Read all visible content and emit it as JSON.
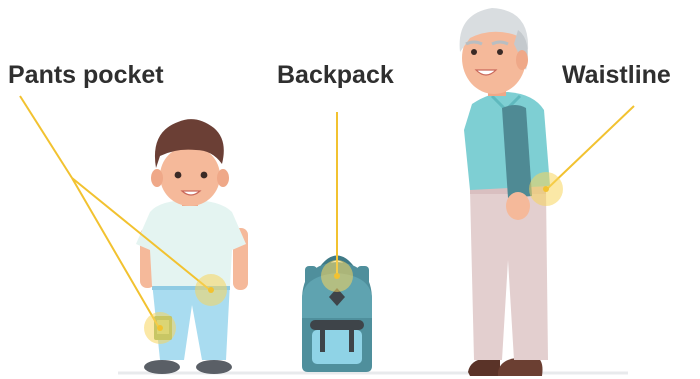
{
  "labels": {
    "pants_pocket": "Pants pocket",
    "backpack": "Backpack",
    "waistline": "Waistline"
  },
  "colors": {
    "pointer_line": "#f2c230",
    "highlight": "#f7d65c",
    "text": "#2f2f2f",
    "boy_shirt": "#e4f4f1",
    "boy_jeans": "#a9dcf0",
    "backpack_body": "#4f8f9c",
    "backpack_pocket": "#8fd3e6",
    "man_shirt": "#7ecfd3",
    "man_pants": "#e3cfcf",
    "skin": "#f5b99a",
    "hair_brown": "#6b3f35",
    "hair_gray": "#d9dde0"
  }
}
